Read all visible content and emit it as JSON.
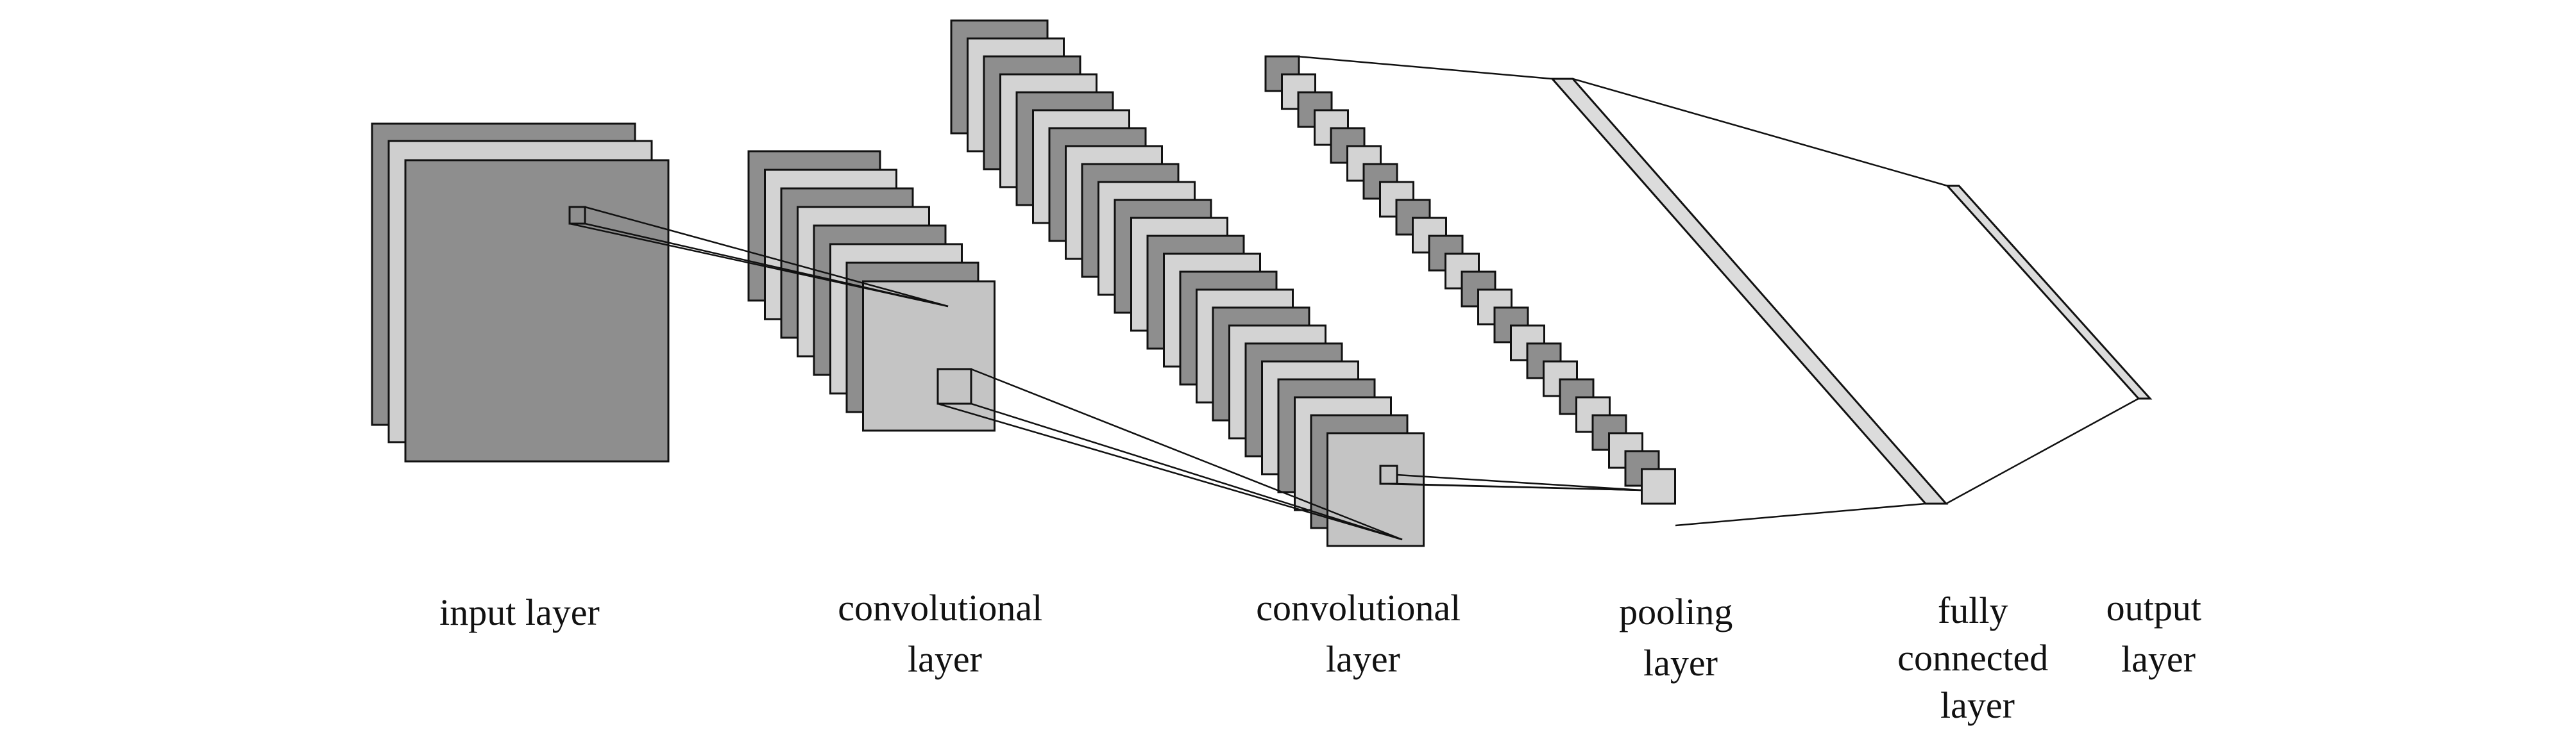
{
  "colors": {
    "dark_fill": "#8e8e8e",
    "light_fill": "#d3d3d3",
    "mid_fill": "#c4c4c4",
    "stroke": "#111111",
    "background": "#ffffff"
  },
  "layers": [
    {
      "id": "input",
      "lines": [
        "input layer"
      ],
      "map_count": 3
    },
    {
      "id": "conv1",
      "lines": [
        "convolutional",
        "layer"
      ],
      "map_count": 8
    },
    {
      "id": "conv2",
      "lines": [
        "convolutional",
        "layer"
      ],
      "map_count": 24
    },
    {
      "id": "pooling",
      "lines": [
        "pooling",
        "layer"
      ],
      "map_count": 24
    },
    {
      "id": "fully_connected",
      "lines": [
        "fully",
        "connected",
        "layer"
      ]
    },
    {
      "id": "output",
      "lines": [
        "output",
        "layer"
      ]
    }
  ]
}
